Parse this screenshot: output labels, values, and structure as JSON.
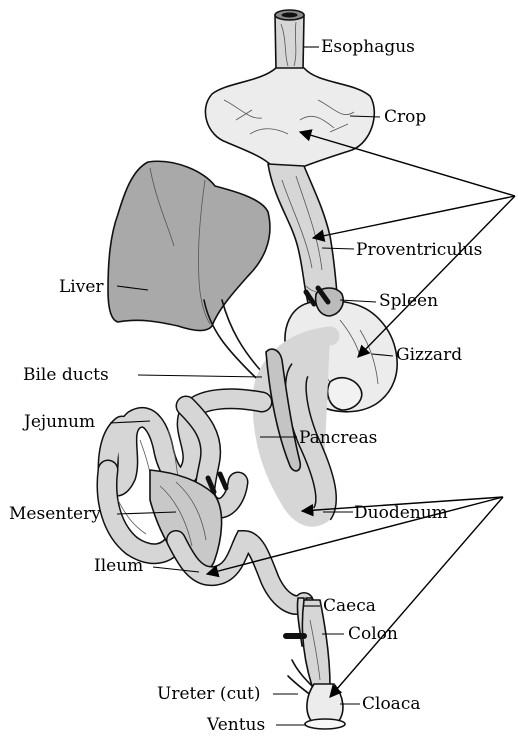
{
  "diagram": {
    "labels": {
      "esophagus": "Esophagus",
      "crop": "Crop",
      "proventriculus": "Proventriculus",
      "spleen": "Spleen",
      "gizzard": "Gizzard",
      "liver": "Liver",
      "bile_ducts": "Bile ducts",
      "jejunum": "Jejunum",
      "pancreas": "Pancreas",
      "mesentery": "Mesentery",
      "duodenum": "Duodenum",
      "ileum": "Ileum",
      "caeca": "Caeca",
      "colon": "Colon",
      "ureter": "Ureter (cut)",
      "cloaca": "Cloaca",
      "ventus": "Ventus"
    }
  }
}
